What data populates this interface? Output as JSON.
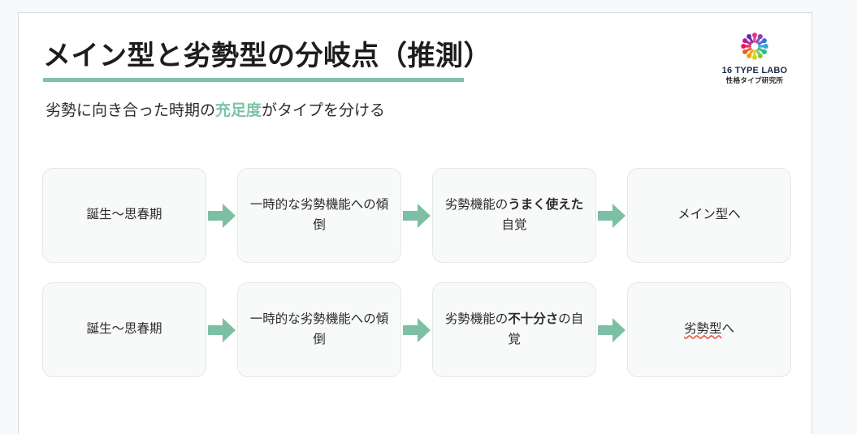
{
  "slide": {
    "title": "メイン型と劣勢型の分岐点（推測）",
    "subtitle": {
      "before": "劣勢に向き合った時期の",
      "highlight": "充足度",
      "after": "がタイプを分ける"
    }
  },
  "brand": {
    "logo_icon": "circle-of-people-logo-icon",
    "name": "16 TYPE LABO",
    "sub": "性格タイプ研究所",
    "mark_colors": [
      "#e8318a",
      "#8a3fb5",
      "#3f6fd0",
      "#2ba8d8",
      "#2bb88a",
      "#7ac943",
      "#d9d215",
      "#f2a013",
      "#ee5a24",
      "#e8195a",
      "#c0198f",
      "#5a2fa8"
    ]
  },
  "colors": {
    "accent_green": "#84c0a8",
    "arrow_green": "#7dbfa5",
    "node_fill": "#f8faf9",
    "node_border": "#e4e8e7",
    "title_text": "#1d1d1d",
    "spellcheck_red": "#e8503a",
    "page_bg": "#f7f9fa",
    "card_bg": "#ffffff"
  },
  "flow": {
    "arrow_icon": "right-block-arrow-icon",
    "rows": [
      {
        "name": "main-type-path",
        "nodes": [
          {
            "parts": [
              {
                "text": "誕生～思春期",
                "bold": false
              }
            ]
          },
          {
            "parts": [
              {
                "text": "一時的な劣勢機能への傾倒",
                "bold": false
              }
            ]
          },
          {
            "parts": [
              {
                "text": "劣勢機能の",
                "bold": false
              },
              {
                "text": "うまく使えた",
                "bold": true
              },
              {
                "text": "自覚",
                "bold": false
              }
            ]
          },
          {
            "parts": [
              {
                "text": "メイン型へ",
                "bold": false
              }
            ]
          }
        ]
      },
      {
        "name": "inferior-type-path",
        "nodes": [
          {
            "parts": [
              {
                "text": "誕生～思春期",
                "bold": false
              }
            ]
          },
          {
            "parts": [
              {
                "text": "一時的な劣勢機能への傾倒",
                "bold": false
              }
            ]
          },
          {
            "parts": [
              {
                "text": "劣勢機能の",
                "bold": false
              },
              {
                "text": "不十分さ",
                "bold": true
              },
              {
                "text": "の自覚",
                "bold": false
              }
            ]
          },
          {
            "parts": [
              {
                "text": "劣勢型",
                "bold": false,
                "spellcheck_error": true
              },
              {
                "text": "へ",
                "bold": false
              }
            ]
          }
        ]
      }
    ]
  }
}
